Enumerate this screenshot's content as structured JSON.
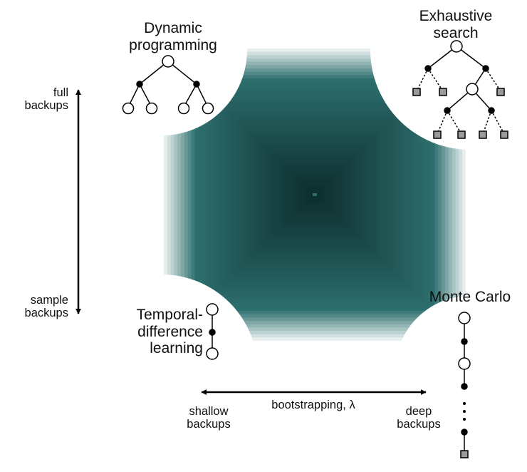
{
  "corners": {
    "dynamic_programming": {
      "line1": "Dynamic",
      "line2": "programming"
    },
    "exhaustive_search": {
      "line1": "Exhaustive",
      "line2": "search"
    },
    "temporal_difference": {
      "line1": "Temporal-",
      "line2": "difference",
      "line3": "learning"
    },
    "monte_carlo": {
      "line1": "Monte Carlo"
    }
  },
  "vertical_axis": {
    "top_line1": "full",
    "top_line2": "backups",
    "bottom_line1": "sample",
    "bottom_line2": "backups"
  },
  "horizontal_axis": {
    "label": "bootstrapping, λ",
    "left_line1": "shallow",
    "left_line2": "backups",
    "right_line1": "deep",
    "right_line2": "backups"
  },
  "colors": {
    "gradient_center": "#0c2b2c",
    "gradient_mid": "#2d6f6e",
    "gradient_edge": "#e6eeee",
    "node_stroke": "#000000",
    "leaf_fill": "#9a9a9a"
  }
}
